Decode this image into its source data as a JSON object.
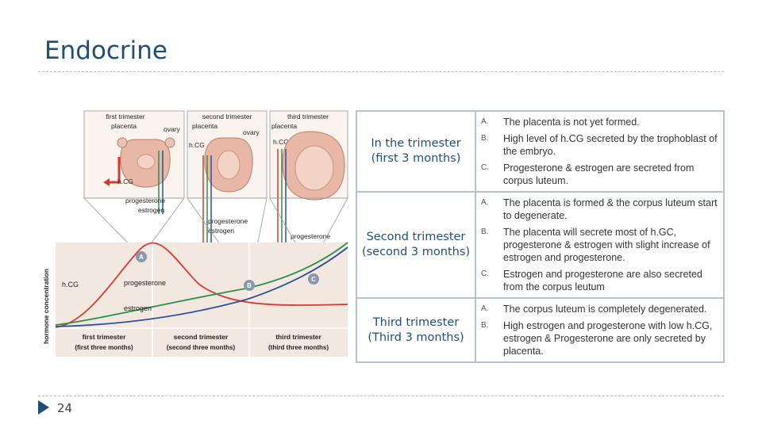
{
  "slide": {
    "title": "Endocrine",
    "page_number": "24"
  },
  "figure": {
    "labels": {
      "first_trimester": "first trimester",
      "second_trimester": "second trimester",
      "third_trimester": "third trimester",
      "placenta": "placenta",
      "ovary": "ovary",
      "hcg": "h.CG",
      "progesterone": "progesterone",
      "estrogen": "estrogen",
      "y_axis": "hormone concentration",
      "first_three_months": "(first three months)",
      "second_three_months": "(second three months)",
      "third_three_months": "(third three months)",
      "marker_a": "A",
      "marker_b": "B",
      "marker_c": "C"
    },
    "colors": {
      "hcg": "#d93a2f",
      "progesterone": "#2c8f4a",
      "estrogen": "#2b4f9c",
      "chart_bg": "#f2e8e0"
    }
  },
  "table": {
    "rows": [
      {
        "label": "In the trimester (first 3 months)",
        "items": [
          {
            "letter": "A.",
            "text": "The placenta is not yet formed."
          },
          {
            "letter": "B.",
            "text": "High level of h.CG secreted by the trophoblast of the embryo."
          },
          {
            "letter": "C.",
            "text": "Progesterone & estrogen are secreted from corpus luteum."
          }
        ]
      },
      {
        "label": "Second trimester (second 3 months)",
        "items": [
          {
            "letter": "A.",
            "text": "The placenta is formed & the corpus luteum start to degenerate."
          },
          {
            "letter": "B.",
            "text": "The placenta will secrete most of h.GC, progesterone & estrogen with slight increase of estrogen and progesterone."
          },
          {
            "letter": "C.",
            "text": "Estrogen and progesterone are also secreted from the corpus leutum"
          }
        ]
      },
      {
        "label": "Third trimester (Third 3 months)",
        "items": [
          {
            "letter": "A.",
            "text": "The corpus luteum is completely degenerated."
          },
          {
            "letter": "B.",
            "text": "High estrogen and progesterone with low h.CG, estrogen & Progesterone are only secreted by placenta."
          }
        ]
      }
    ]
  }
}
